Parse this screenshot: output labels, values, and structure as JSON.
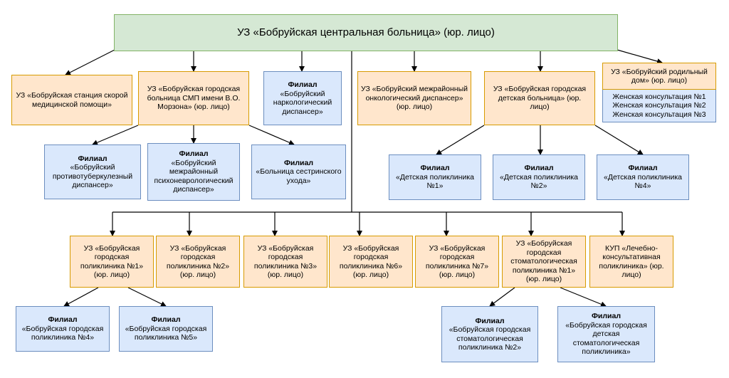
{
  "root": "УЗ «Бобруйская центральная больница» (юр. лицо)",
  "filial_label": "Филиал",
  "top_row": {
    "ambulance": "УЗ «Бобруйская станция скорой медицинской помощи»",
    "morzon": "УЗ «Бобруйская городская больница СМП имени В.О. Морзона» (юр. лицо)",
    "narco": "«Бобруйский наркологический диспансер»",
    "onco": "УЗ «Бобруйский межрайонный онкологический диспансер» (юр. лицо)",
    "children_hospital": "УЗ «Бобруйская городская детская больница» (юр. лицо)",
    "maternity": "УЗ «Бобруйский родильный дом» (юр. лицо)",
    "women_consult": [
      "Женская консультация №1",
      "Женская консультация №2",
      "Женская консультация №3"
    ]
  },
  "morzon_branches": [
    "«Бобруйский противотуберкулезный диспансер»",
    "«Бобруйский межрайонный психоневрологический диспансер»",
    "«Больница сестринского ухода»"
  ],
  "children_branches": [
    "«Детская поликлиника №1»",
    "«Детская поликлиника №2»",
    "«Детская поликлиника №4»"
  ],
  "bottom_row": [
    "УЗ «Бобруйская городская поликлиника №1» (юр. лицо)",
    "УЗ «Бобруйская городская поликлиника №2» (юр. лицо)",
    "УЗ «Бобруйская городская поликлиника №3» (юр. лицо)",
    "УЗ «Бобруйская городская поликлиника №6» (юр. лицо)",
    "УЗ «Бобруйская городская поликлиника №7» (юр. лицо)",
    "УЗ «Бобруйская городская стоматологическая поликлиника №1» (юр. лицо)",
    "КУП «Лечебно-консультативная поликлиника» (юр. лицо)"
  ],
  "poly1_branches": [
    "«Бобруйская городская поликлиника №4»",
    "«Бобруйская городская поликлиника №5»"
  ],
  "stoma_branches": [
    "«Бобруйская городская стоматологическая поликлиника №2»",
    "«Бобруйская городская детская стоматологическая поликлиника»"
  ],
  "colors": {
    "green": "#d5e8d4",
    "orange": "#ffe6cc",
    "blue": "#dae8fc",
    "line": "#000000"
  }
}
